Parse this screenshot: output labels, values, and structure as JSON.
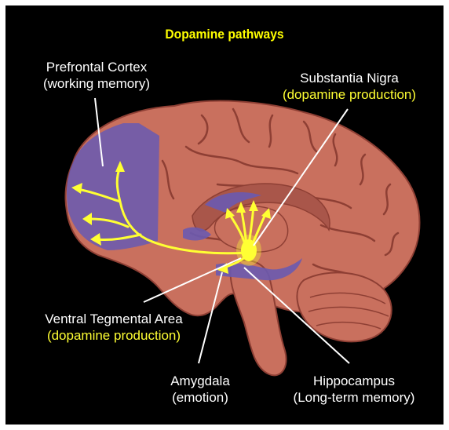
{
  "title": "Dopamine pathways",
  "labels": {
    "prefrontal": {
      "name": "Prefrontal Cortex",
      "role": "(working memory)"
    },
    "substantia": {
      "name": "Substantia Nigra",
      "role": "(dopamine production)"
    },
    "vta": {
      "name": "Ventral Tegmental Area",
      "role": "(dopamine production)"
    },
    "amygdala": {
      "name": "Amygdala",
      "role": "(emotion)"
    },
    "hippocampus": {
      "name": "Hippocampus",
      "role": "(Long-term memory)"
    }
  },
  "colors": {
    "background": "#000000",
    "brain": "#c9705e",
    "brain_shadow": "#8e3f34",
    "pathway_region": "#6a5ab0",
    "pathway_arrow": "#ffff33",
    "label_text": "#ffffff",
    "highlight_text": "#ffff33"
  }
}
